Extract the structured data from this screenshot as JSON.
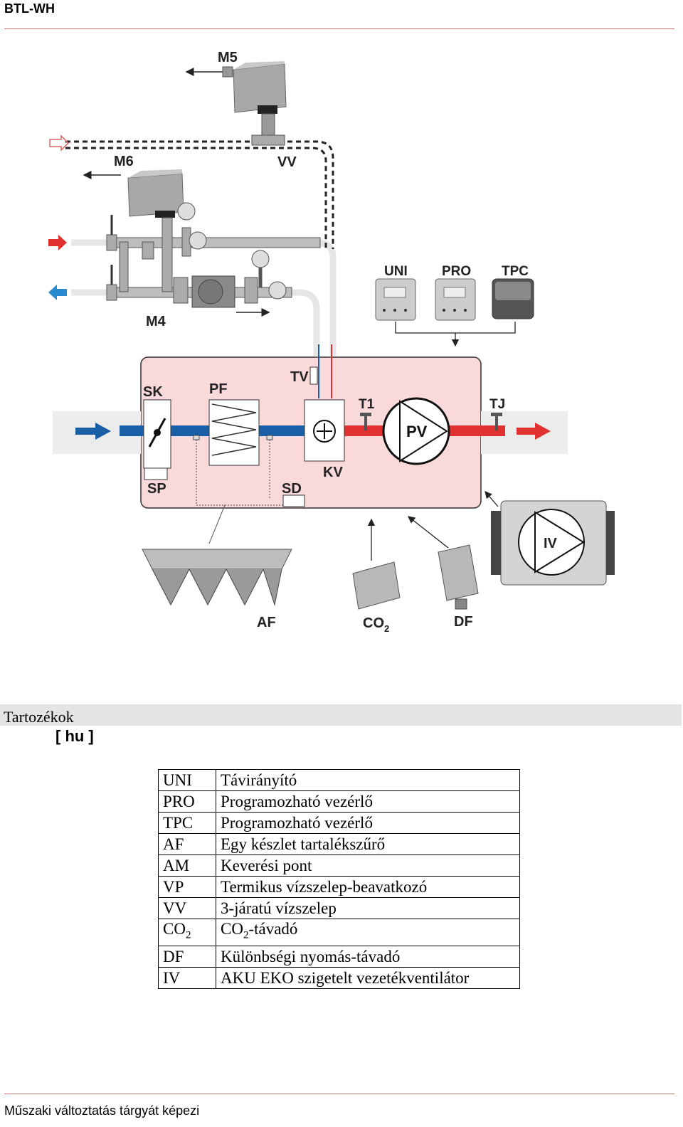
{
  "header": {
    "title": "BTL-WH"
  },
  "diagram": {
    "labels": {
      "m5": "M5",
      "m6": "M6",
      "m4": "M4",
      "vv": "VV",
      "uni": "UNI",
      "pro": "PRO",
      "tpc": "TPC",
      "sk": "SK",
      "pf": "PF",
      "tv": "TV",
      "t1": "T1",
      "tj": "TJ",
      "pv": "PV",
      "kv": "KV",
      "sp": "SP",
      "sd": "SD",
      "iv": "IV",
      "af": "AF",
      "co2_main": "CO",
      "co2_sub": "2",
      "df": "DF"
    },
    "colors": {
      "box_fill": "#f9d9d9",
      "supply": "#e03030",
      "return": "#1a5ea6",
      "duct": "#eeeeee"
    }
  },
  "section": {
    "title": "Tartozékok",
    "language": "[ hu ]"
  },
  "accessories": [
    {
      "code": "UNI",
      "desc": "Távirányító"
    },
    {
      "code": "PRO",
      "desc": "Programozható vezérlő"
    },
    {
      "code": "TPC",
      "desc": "Programozható vezérlő"
    },
    {
      "code": "AF",
      "desc": "Egy készlet tartalékszűrő"
    },
    {
      "code": "AM",
      "desc": "Keverési pont"
    },
    {
      "code": "VP",
      "desc": "Termikus vízszelep-beavatkozó"
    },
    {
      "code": "VV",
      "desc": "3-járatú vízszelep"
    },
    {
      "code": "CO",
      "code_sub": "2",
      "desc": "CO",
      "desc_sub": "2",
      "desc_suffix": "-távadó"
    },
    {
      "code": "DF",
      "desc": "Különbségi nyomás-távadó"
    },
    {
      "code": "IV",
      "desc": "AKU EKO szigetelt vezetékventilátor"
    }
  ],
  "footer": {
    "text": "Műszaki változtatás tárgyát képezi"
  }
}
